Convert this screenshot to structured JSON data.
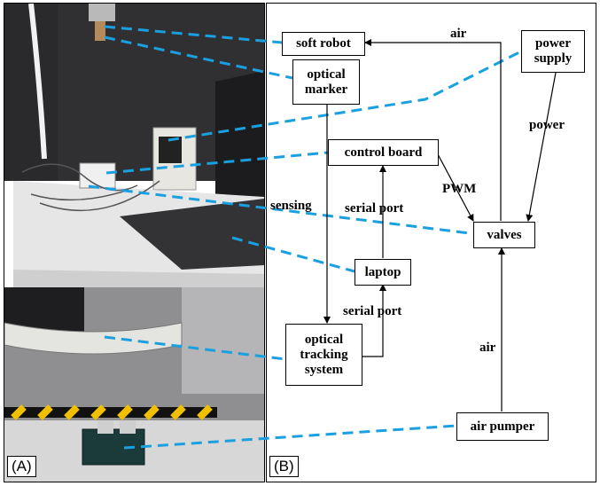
{
  "panels": {
    "photo_label": "(A)",
    "diagram_label": "(B)"
  },
  "photo": {
    "description_icon": "photo-of-experimental-setup"
  },
  "nodes": {
    "soft_robot": "soft robot",
    "optical_marker": "optical\nmarker",
    "power_supply": "power\nsupply",
    "control_board": "control board",
    "valves": "valves",
    "laptop": "laptop",
    "optical_tracking_system": "optical\ntracking\nsystem",
    "air_pumper": "air pumper"
  },
  "edge_labels": {
    "air_top": "air",
    "power": "power",
    "pwm": "PWM",
    "sensing": "sensing",
    "serial_port_upper": "serial port",
    "serial_port_lower": "serial port",
    "air_bottom": "air"
  },
  "colors": {
    "callout_line": "#1aa0e0",
    "arrow": "#000000"
  }
}
